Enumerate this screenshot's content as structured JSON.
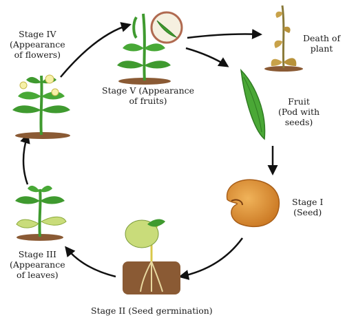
{
  "labels": {
    "stage_iv": [
      "Stage IV",
      "(Appearance",
      "of flowers)"
    ],
    "stage_v": [
      "Stage V (Appearance",
      "of fruits)"
    ],
    "death": [
      "Death of",
      "plant"
    ],
    "fruit": [
      "Fruit",
      "(Pod with",
      "seeds)"
    ],
    "stage_i": [
      "Stage I",
      "(Seed)"
    ],
    "stage_ii": [
      "Stage II (Seed germination)"
    ],
    "stage_iii": [
      "Stage III",
      "(Appearance",
      "of leaves)"
    ]
  },
  "colors": {
    "leaf": "#3f9a2f",
    "leaf_light": "#c9dc7a",
    "seed": "#d98b2c",
    "soil": "#8a5a34",
    "arrow": "#111111",
    "dead_leaf": "#c8a24a"
  }
}
